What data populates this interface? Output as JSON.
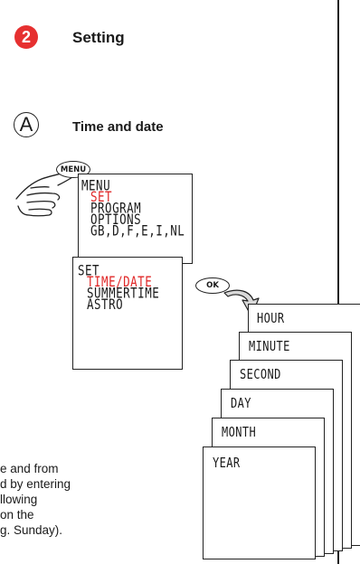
{
  "header": {
    "step_number": "2",
    "step_title": "Setting",
    "sub_letter": "A",
    "sub_title": "Time and date"
  },
  "menu_button": {
    "label": "MENU"
  },
  "ok_button": {
    "label": "OK"
  },
  "main_menu": {
    "items": [
      {
        "label": "MENU",
        "highlight": false
      },
      {
        "label": "SET",
        "highlight": true
      },
      {
        "label": "PROGRAM",
        "highlight": false
      },
      {
        "label": "OPTIONS",
        "highlight": false
      },
      {
        "label": "GB,D,F,E,I,NL",
        "highlight": false
      }
    ]
  },
  "set_menu": {
    "items": [
      {
        "label": "SET",
        "highlight": false
      },
      {
        "label": "TIME/DATE",
        "highlight": true
      },
      {
        "label": "SUMMERTIME",
        "highlight": false
      },
      {
        "label": "ASTRO",
        "highlight": false
      }
    ]
  },
  "stack": {
    "items": [
      "HOUR",
      "MINUTE",
      "SECOND",
      "DAY",
      "MONTH",
      "YEAR"
    ]
  },
  "body": {
    "lines": [
      "e and from",
      "d by entering",
      "llowing",
      "on the",
      "g. Sunday)."
    ]
  },
  "colors": {
    "accent": "#e63030",
    "highlight_text": "#e02828"
  }
}
